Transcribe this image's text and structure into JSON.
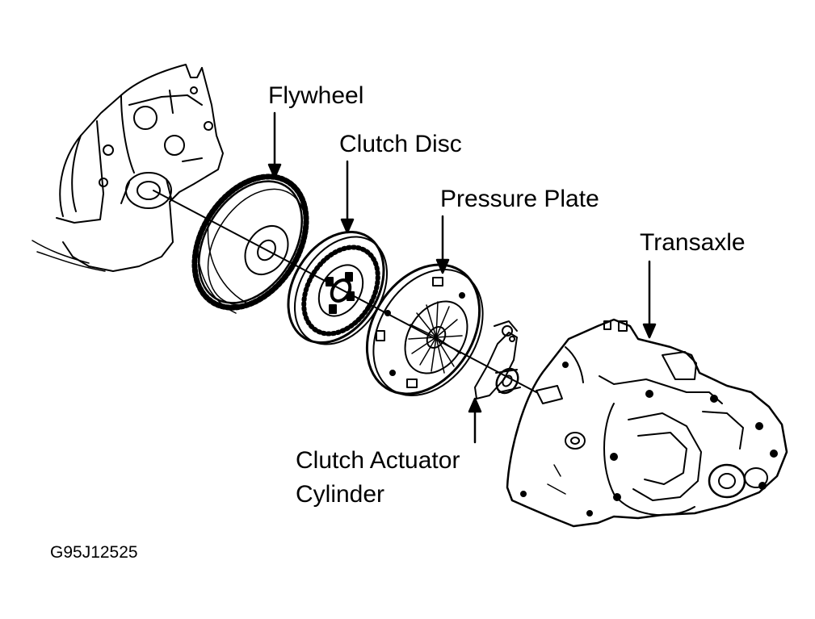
{
  "labels": {
    "flywheel": "Flywheel",
    "clutch_disc": "Clutch Disc",
    "pressure_plate": "Pressure Plate",
    "transaxle": "Transaxle",
    "clutch_actuator_line1": "Clutch Actuator",
    "clutch_actuator_line2": "Cylinder"
  },
  "figure_id": "G95J12525",
  "colors": {
    "ink": "#000000",
    "background": "#ffffff"
  }
}
